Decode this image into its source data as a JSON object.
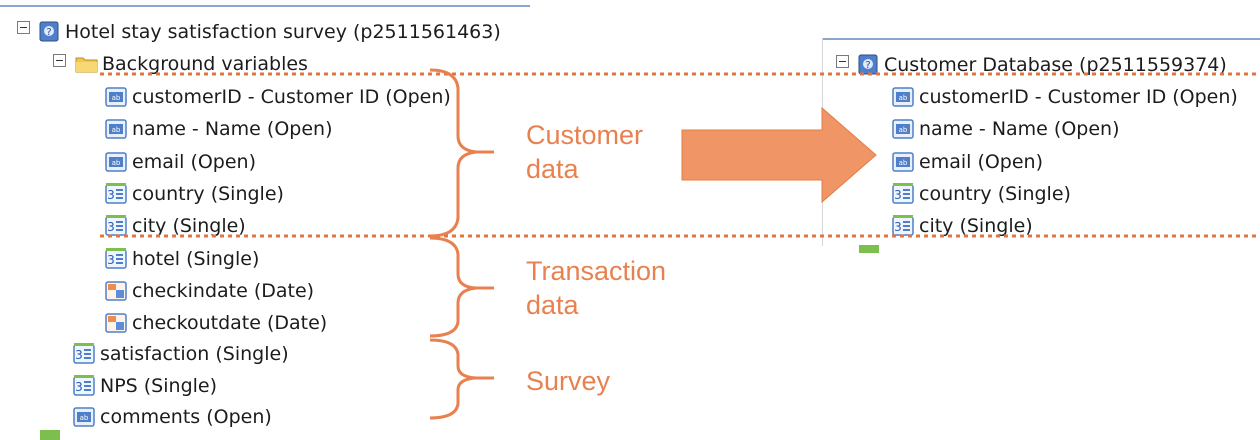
{
  "left_tree": {
    "root": {
      "label": "Hotel stay satisfaction survey (p2511561463)",
      "icon": "survey-icon"
    },
    "folder": {
      "label": "Background variables",
      "icon": "folder-icon"
    },
    "folder_items": [
      {
        "label": "customerID - Customer ID (Open)",
        "icon": "open-text-icon"
      },
      {
        "label": "name - Name (Open)",
        "icon": "open-text-icon"
      },
      {
        "label": "email (Open)",
        "icon": "open-text-icon"
      },
      {
        "label": "country (Single)",
        "icon": "single-choice-icon"
      },
      {
        "label": "city (Single)",
        "icon": "single-choice-icon"
      },
      {
        "label": "hotel (Single)",
        "icon": "single-choice-icon"
      },
      {
        "label": "checkindate (Date)",
        "icon": "date-icon"
      },
      {
        "label": "checkoutdate (Date)",
        "icon": "date-icon"
      }
    ],
    "root_items": [
      {
        "label": "satisfaction (Single)",
        "icon": "single-choice-icon"
      },
      {
        "label": "NPS (Single)",
        "icon": "single-choice-icon"
      },
      {
        "label": "comments (Open)",
        "icon": "open-text-icon"
      }
    ]
  },
  "right_tree": {
    "root": {
      "label": "Customer Database (p2511559374)",
      "icon": "survey-icon"
    },
    "items": [
      {
        "label": "customerID - Customer ID (Open)",
        "icon": "open-text-icon"
      },
      {
        "label": "name - Name (Open)",
        "icon": "open-text-icon"
      },
      {
        "label": "email (Open)",
        "icon": "open-text-icon"
      },
      {
        "label": "country (Single)",
        "icon": "single-choice-icon"
      },
      {
        "label": "city (Single)",
        "icon": "single-choice-icon"
      }
    ]
  },
  "annotations": {
    "customer": [
      "Customer",
      "data"
    ],
    "transaction": [
      "Transaction",
      "data"
    ],
    "survey": [
      "Survey"
    ]
  },
  "colors": {
    "annotation": "#e8814f",
    "dotted": "#e0753f",
    "frame": "#8aa6d0"
  }
}
